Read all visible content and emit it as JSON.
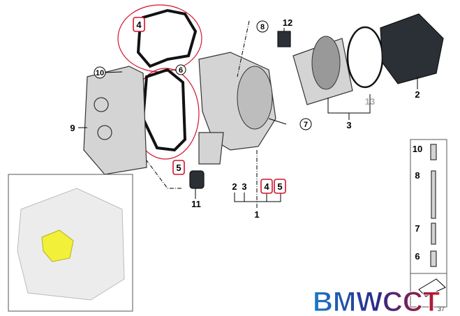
{
  "diagram": {
    "callouts": {
      "c1": "1",
      "c2": "2",
      "c3": "3",
      "c4": "4",
      "c5": "5",
      "c6": "6",
      "c7": "7",
      "c8": "8",
      "c9": "9",
      "c10": "10",
      "c11": "11",
      "c12": "12",
      "c13": "13"
    },
    "group_legend": [
      "2",
      "3",
      "4",
      "5"
    ],
    "bolt_column": [
      "10",
      "8",
      "7",
      "6"
    ],
    "diagram_number": "37",
    "highlight_color": "#d0142c",
    "engine_highlight_color": "#f3f03a"
  },
  "watermark": "BMWCCT"
}
